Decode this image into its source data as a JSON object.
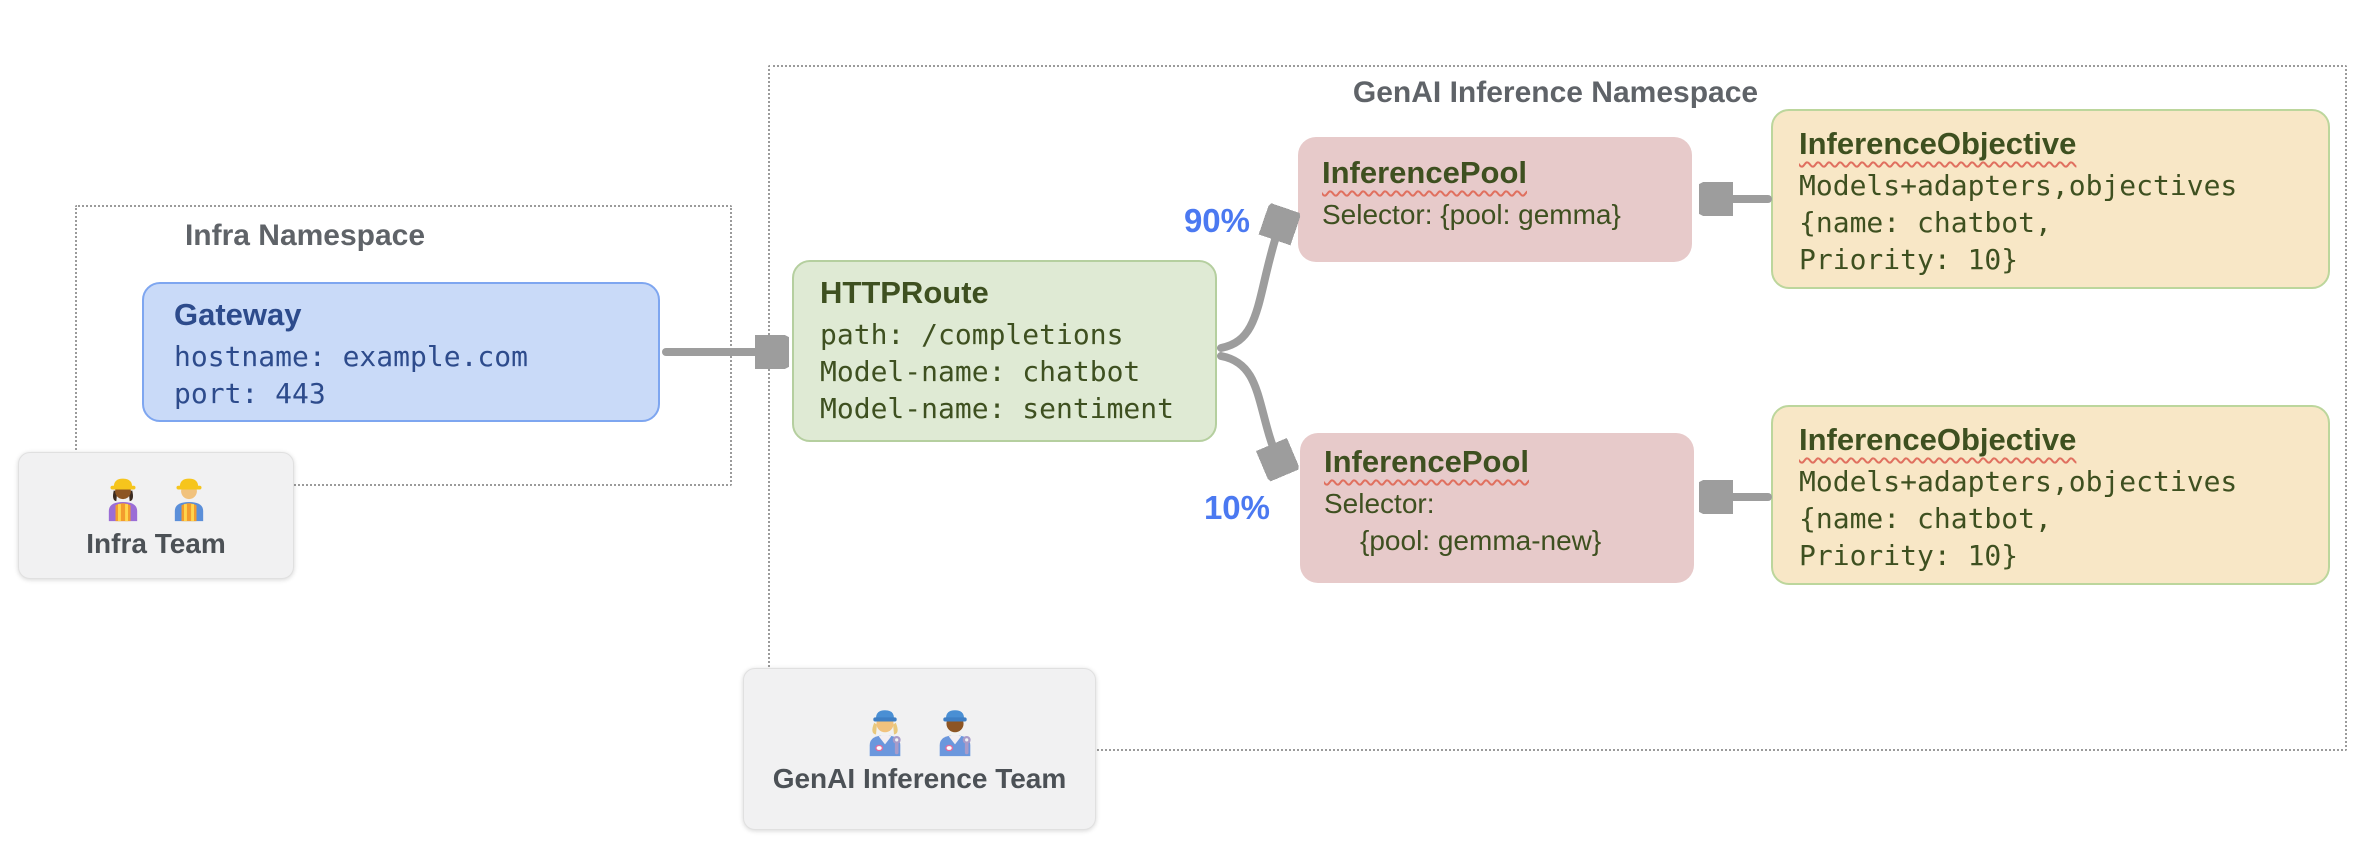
{
  "namespaces": {
    "infra": {
      "title": "Infra Namespace"
    },
    "genai": {
      "title": "GenAI Inference Namespace"
    }
  },
  "nodes": {
    "gateway": {
      "title": "Gateway",
      "line1": "hostname: example.com",
      "line2": "port: 443"
    },
    "httproute": {
      "title": "HTTPRoute",
      "line1": "path: /completions",
      "line2": "Model-name: chatbot",
      "line3": "Model-name: sentiment"
    },
    "pool1": {
      "title": "InferencePool",
      "line1": "Selector: {pool: gemma}"
    },
    "pool2": {
      "title": "InferencePool",
      "line1": "Selector:",
      "line2": "{pool: gemma-new}"
    },
    "objective1": {
      "title": "InferenceObjective",
      "line1": "Models+adapters,objectives",
      "line2": "{name: chatbot,",
      "line3": "Priority: 10}"
    },
    "objective2": {
      "title": "InferenceObjective",
      "line1": "Models+adapters,objectives",
      "line2": "{name: chatbot,",
      "line3": "Priority: 10}"
    }
  },
  "edges": {
    "route_to_pool1_label": "90%",
    "route_to_pool2_label": "10%"
  },
  "teams": {
    "infra": {
      "label": "Infra Team",
      "icons": [
        "woman-construction-worker",
        "man-construction-worker"
      ]
    },
    "genai": {
      "label": "GenAI Inference Team",
      "icons": [
        "woman-mechanic",
        "man-mechanic"
      ]
    }
  },
  "colors": {
    "gateway_fill": "#c9daf8",
    "gateway_border": "#7ea6f0",
    "gateway_text": "#2d4b8c",
    "route_fill": "#dfead4",
    "route_border": "#b5cf9f",
    "pool_fill": "#e7caca",
    "objective_fill": "#f8e7c6",
    "objective_border": "#bcd69c",
    "olive_text": "#3e5020",
    "arrow_gray": "#9d9d9d",
    "percent_blue": "#4b79f1",
    "namespace_border": "#9b9b9b",
    "namespace_title": "#5f6368",
    "team_fill": "#f1f1f2",
    "team_text": "#4c5156",
    "squiggle_red": "#e0705f"
  }
}
